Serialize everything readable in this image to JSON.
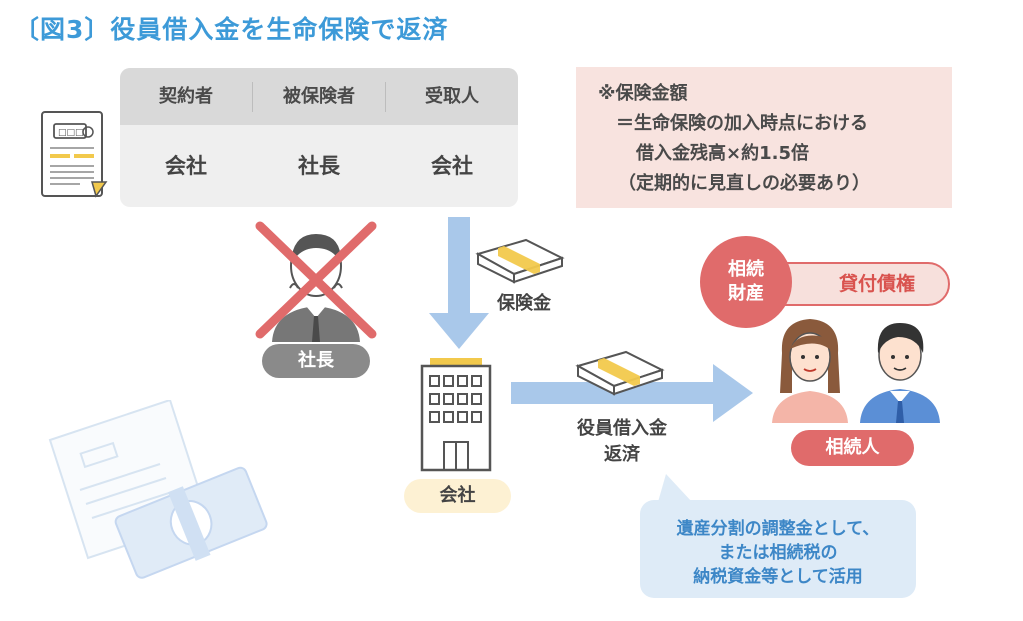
{
  "title": "〔図3〕役員借入金を生命保険で返済",
  "contract_table": {
    "headers": [
      "契約者",
      "被保険者",
      "受取人"
    ],
    "values": [
      "会社",
      "社長",
      "会社"
    ]
  },
  "note": {
    "line1": "※保険金額",
    "line2": "＝生命保険の加入時点における",
    "line3": "借入金残高×約1.5倍",
    "line4": "（定期的に見直しの必要あり）"
  },
  "president_label": "社長",
  "insurance_money_label": "保険金",
  "company_label": "会社",
  "repayment_label": {
    "line1": "役員借入金",
    "line2": "返済"
  },
  "estate": {
    "line1": "相続",
    "line2": "財産"
  },
  "loan_claim_label": "貸付債権",
  "heirs_label": "相続人",
  "bubble": {
    "line1": "遺産分割の調整金として、",
    "line2": "または相続税の",
    "line3": "納税資金等として活用"
  },
  "colors": {
    "accent_blue": "#3d9ad8",
    "arrow": "#a9c8ea",
    "red": "#e06b6b",
    "note_bg": "#f8e3df"
  }
}
